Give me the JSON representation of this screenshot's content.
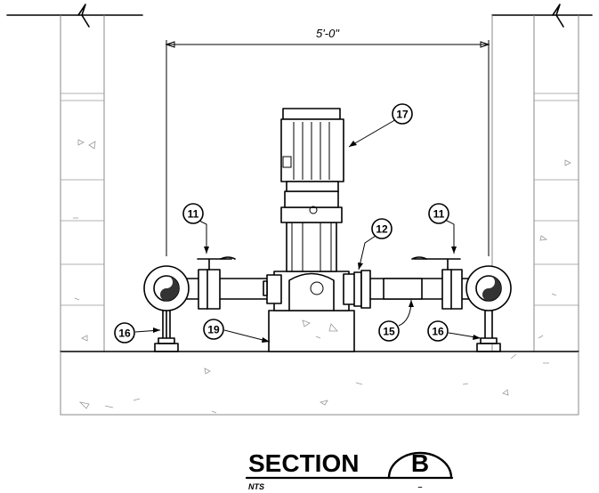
{
  "dimension": {
    "label": "5'-0\""
  },
  "callouts": [
    "17",
    "11",
    "12",
    "11",
    "16",
    "19",
    "15",
    "16"
  ],
  "title": {
    "label": "SECTION",
    "detail_id": "B",
    "scale": "NTS",
    "sheet_ref": "–"
  }
}
